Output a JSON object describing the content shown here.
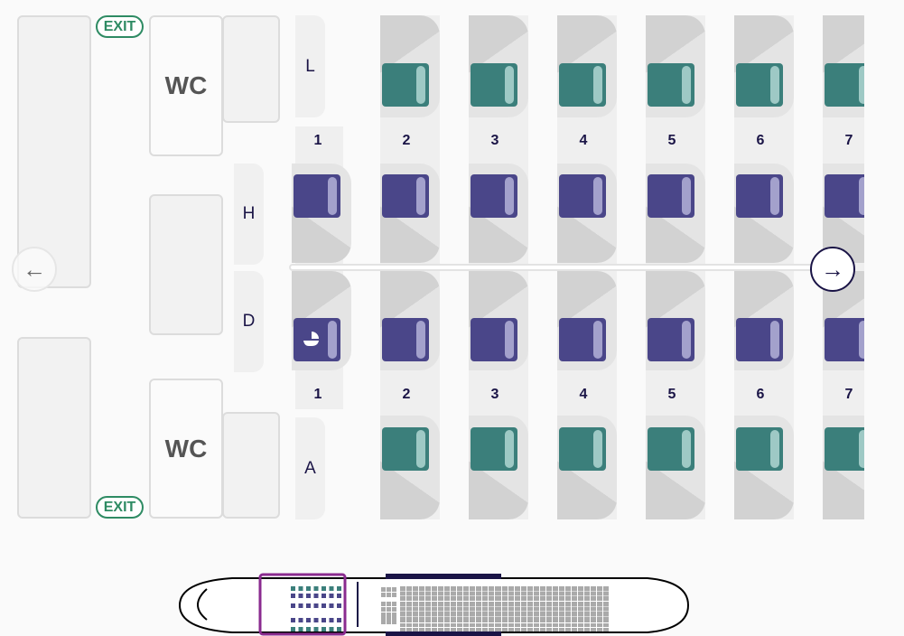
{
  "labels": {
    "exit": "EXIT",
    "wc": "WC"
  },
  "columns": {
    "L": "L",
    "H": "H",
    "D": "D",
    "A": "A"
  },
  "rows": [
    "1",
    "2",
    "3",
    "4",
    "5",
    "6",
    "7"
  ],
  "seats": {
    "L": [
      "",
      "available",
      "available",
      "available",
      "available",
      "available",
      "available"
    ],
    "H": [
      "available",
      "available",
      "available",
      "available",
      "available",
      "available",
      "available"
    ],
    "D": [
      "bassinet",
      "available",
      "available",
      "available",
      "available",
      "available",
      "available"
    ],
    "A": [
      "",
      "available",
      "available",
      "available",
      "available",
      "available",
      "available"
    ]
  },
  "colors": {
    "window_seat": "#3b7f7b",
    "middle_seat": "#4a4689",
    "exit": "#2e8b63",
    "nav": "#1a1446",
    "minimap_highlight": "#8a2b8f"
  },
  "icons": {
    "prev": "arrow-left-icon",
    "next": "arrow-right-icon",
    "bassinet": "bassinet-icon"
  }
}
